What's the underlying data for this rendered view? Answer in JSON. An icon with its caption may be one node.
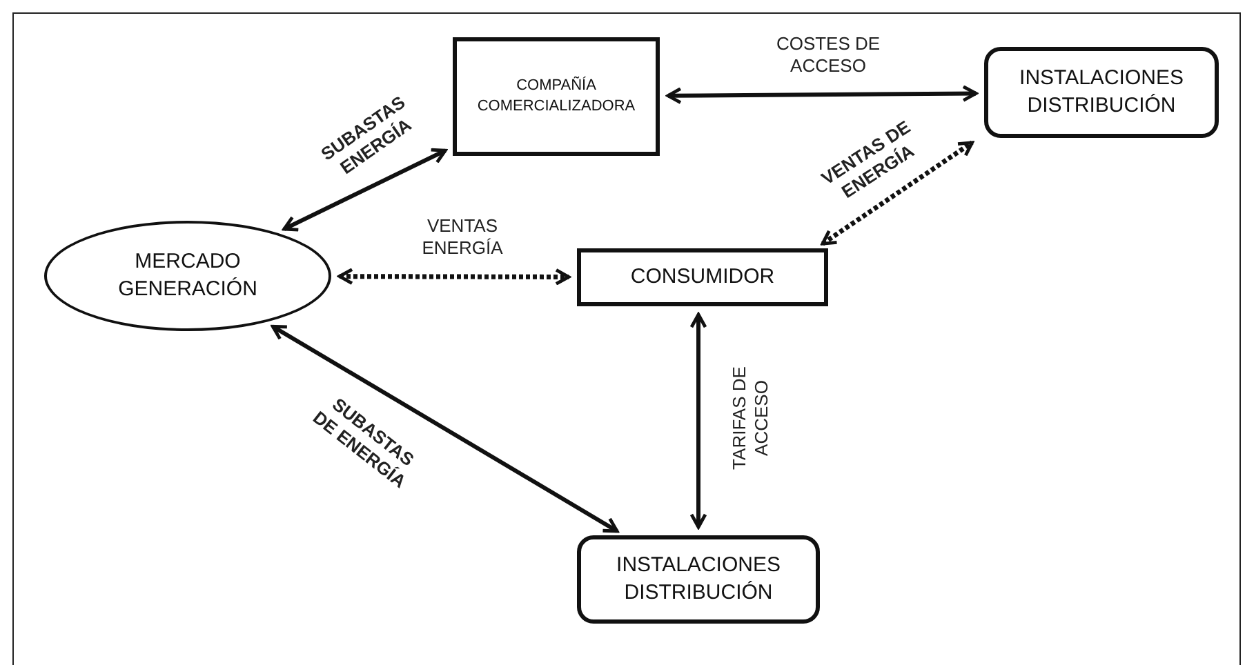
{
  "diagram": {
    "nodes": [
      {
        "text": [
          "MERCADO GENERACIÓN"
        ]
      },
      {
        "text": [
          "COMPAÑÍA COMERCIALIZADORA"
        ]
      },
      {
        "text": [
          "INSTALACIONES DISTRIBUCIÓN"
        ]
      },
      {
        "text": [
          "CONSUMIDOR"
        ]
      },
      {
        "text": [
          "INSTALACIONES DISTRIBUCIÓN"
        ]
      }
    ],
    "edges": [
      {
        "from": 0,
        "to": 1,
        "arrow": "both",
        "label": "SUBASTAS ENERGÍA"
      },
      {
        "from": 1,
        "to": 2,
        "arrow": "both",
        "label": "COSTES DE ACCESO"
      },
      {
        "from": 0,
        "to": 3,
        "arrow": "both",
        "label": "VENTAS ENERGÍA",
        "style": "dashed"
      },
      {
        "from": 3,
        "to": 2,
        "arrow": "both",
        "label": "VENTAS DE ENERGÍA",
        "style": "dashed"
      },
      {
        "from": 3,
        "to": 4,
        "arrow": "both",
        "label": "TARIFAS DE ACCESO"
      },
      {
        "from": 0,
        "to": 4,
        "arrow": "both",
        "label": "SUBASTAS DE ENERGÍA"
      }
    ]
  }
}
